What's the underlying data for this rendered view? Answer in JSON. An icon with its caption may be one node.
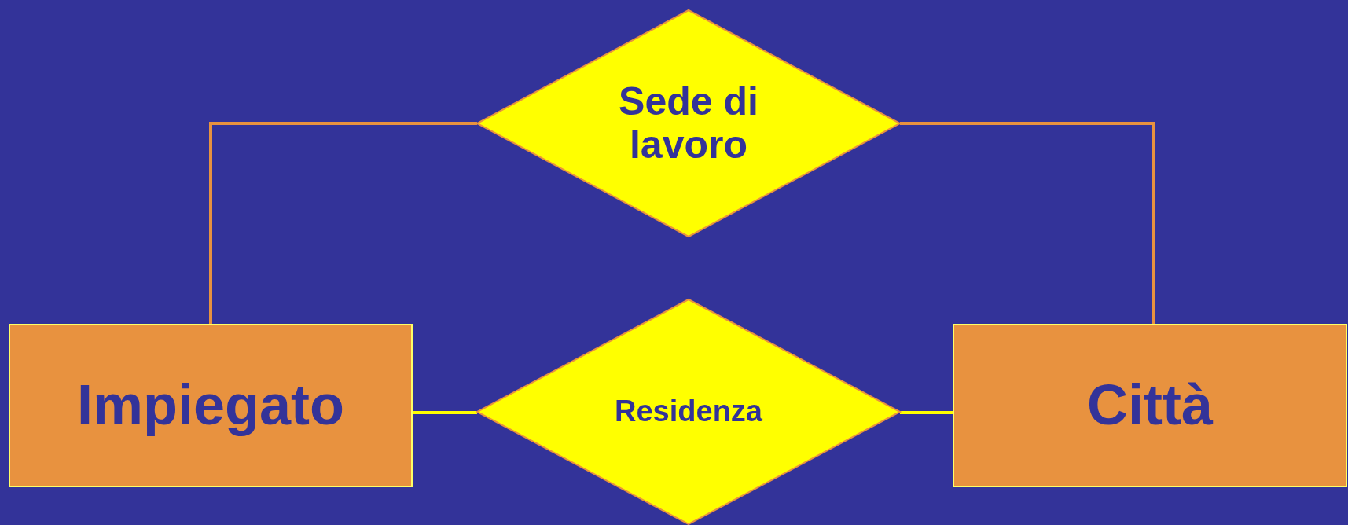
{
  "diagram": {
    "nodes": [
      {
        "text": [
          "Impiegato"
        ]
      },
      {
        "text": [
          "Sede di lavoro"
        ]
      },
      {
        "text": [
          "Residenza"
        ]
      },
      {
        "text": [
          "Città"
        ]
      }
    ],
    "edges": [
      {
        "from": 0,
        "to": 1,
        "arrow": "none",
        "color": "#e8923f"
      },
      {
        "from": 3,
        "to": 1,
        "arrow": "none",
        "color": "#e8923f"
      },
      {
        "from": 0,
        "to": 2,
        "arrow": "none",
        "color": "#ffff00"
      },
      {
        "from": 2,
        "to": 3,
        "arrow": "none",
        "color": "#ffff00"
      }
    ]
  }
}
